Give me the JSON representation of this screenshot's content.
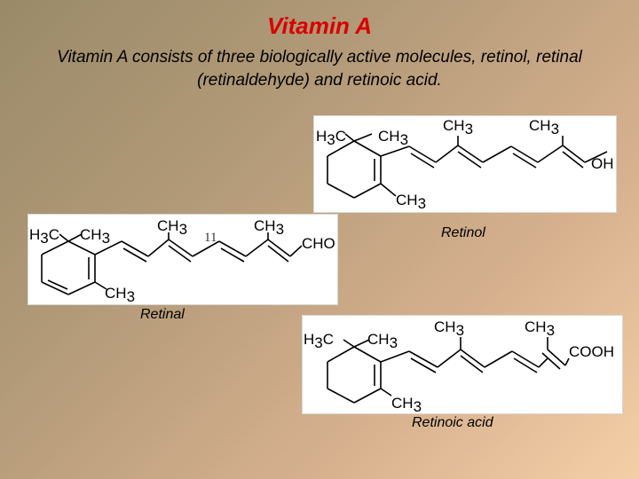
{
  "slide": {
    "title": "Vitamin A",
    "subtitle": "Vitamin A consists of three biologically active molecules, retinol, retinal (retinaldehyde) and retinoic acid."
  },
  "molecules": {
    "retinol": {
      "caption": "Retinol",
      "labels": {
        "h3c": "H",
        "h3c_sub": "3",
        "h3c_tail": "C",
        "ch": "CH",
        "sub3": "3",
        "end_group": "OH"
      }
    },
    "retinal": {
      "caption": "Retinal",
      "labels": {
        "h3c": "H",
        "h3c_sub": "3",
        "h3c_tail": "C",
        "ch": "CH",
        "sub3": "3",
        "carbon_number": "11",
        "end_group": "CHO"
      }
    },
    "retinoic_acid": {
      "caption": "Retinoic acid",
      "labels": {
        "h3c": "H",
        "h3c_sub": "3",
        "h3c_tail": "C",
        "ch": "CH",
        "sub3": "3",
        "end_group": "COOH"
      }
    }
  }
}
